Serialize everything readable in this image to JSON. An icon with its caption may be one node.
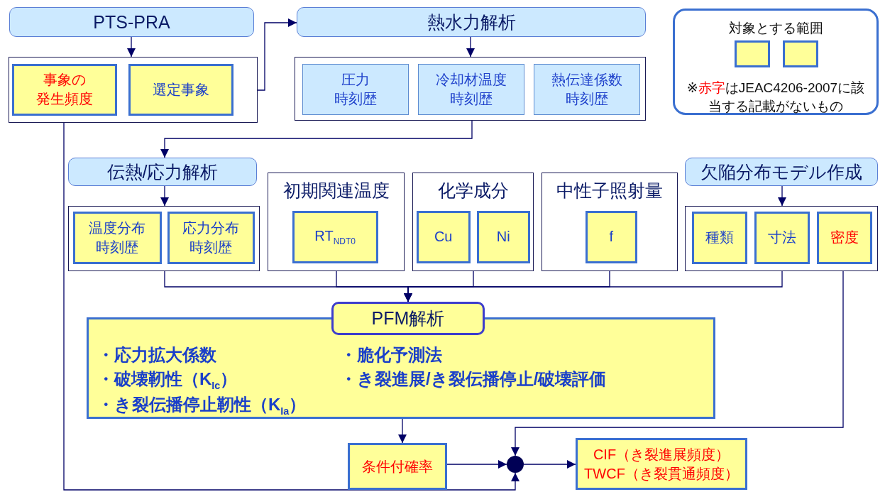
{
  "diagram": {
    "nodes": [
      {
        "text": [
          "PTS-PRA"
        ]
      },
      {
        "text": [],
        "shape": "box"
      },
      {
        "text": [
          "事象の発生頻度"
        ],
        "in": 1
      },
      {
        "text": [
          "選定事象"
        ],
        "in": 1
      },
      {
        "text": [
          "熱水力解析"
        ]
      },
      {
        "text": [],
        "shape": "box"
      },
      {
        "text": [
          "圧力時刻歴"
        ],
        "in": 5
      },
      {
        "text": [
          "冷却材温度時刻歴"
        ],
        "in": 5
      },
      {
        "text": [
          "熱伝達係数時刻歴"
        ],
        "in": 5
      },
      {
        "text": [
          "伝熱/応力解析"
        ]
      },
      {
        "text": [],
        "shape": "box"
      },
      {
        "text": [
          "温度分布時刻歴"
        ],
        "in": 10
      },
      {
        "text": [
          "応力分布時刻歴"
        ],
        "in": 10
      },
      {
        "text": [
          "初期関連温度"
        ]
      },
      {
        "text": [
          "RT$_{NDT0}$"
        ],
        "in": 13
      },
      {
        "text": [
          "化学成分"
        ]
      },
      {
        "text": [
          "Cu"
        ],
        "in": 15
      },
      {
        "text": [
          "Ni"
        ],
        "in": 15
      },
      {
        "text": [
          "中性子照射量"
        ]
      },
      {
        "text": [
          "f"
        ],
        "in": 18
      },
      {
        "text": [
          "欠陥分布モデル作成"
        ]
      },
      {
        "text": [],
        "shape": "box"
      },
      {
        "text": [
          "種類"
        ],
        "in": 21
      },
      {
        "text": [
          "寸法"
        ],
        "in": 21
      },
      {
        "text": [
          "密度"
        ],
        "in": 21
      },
      {
        "text": [
          "PFM解析"
        ]
      },
      {
        "text": [
          "・応力拡大係数",
          "・破壊靭性（K$_{Ic}$）",
          "・き裂伝播停止靭性（K$_{Ia}$）",
          "・脆化予測法",
          "・き裂進展/き裂伝播停止/破壊評価"
        ]
      },
      {
        "text": [
          "条件付確率"
        ]
      },
      {
        "text": [],
        "shape": "circle"
      },
      {
        "text": [
          "CIF（き裂進展頻度）",
          "TWCF（き裂貫通頻度）"
        ]
      },
      {
        "text": [
          "対象とする範囲",
          "※**赤字**はJEAC4206-2007に該当する記載がないもの"
        ]
      },
      {
        "text": [],
        "shape": "box",
        "in": 30
      },
      {
        "text": [],
        "shape": "box",
        "in": 30
      }
    ],
    "edges": [
      {
        "from": 0,
        "to": 1,
        "arrow": "to"
      },
      {
        "from": 3,
        "to": 4,
        "arrow": "to"
      },
      {
        "from": 4,
        "to": 5,
        "arrow": "to"
      },
      {
        "from": 5,
        "to": 9,
        "arrow": "to"
      },
      {
        "from": 9,
        "to": 10,
        "arrow": "to"
      },
      {
        "from": 20,
        "to": 21,
        "arrow": "to"
      },
      {
        "from": 10,
        "to": 25,
        "arrow": "to"
      },
      {
        "from": 13,
        "to": 25,
        "arrow": "to"
      },
      {
        "from": 15,
        "to": 25,
        "arrow": "to"
      },
      {
        "from": 18,
        "to": 25,
        "arrow": "to"
      },
      {
        "from": 21,
        "to": 25,
        "arrow": "to"
      },
      {
        "from": 26,
        "to": 27,
        "arrow": "to"
      },
      {
        "from": 27,
        "to": 28,
        "arrow": "to"
      },
      {
        "from": 24,
        "to": 28,
        "arrow": "to"
      },
      {
        "from": 28,
        "to": 29,
        "arrow": "to"
      },
      {
        "from": 2,
        "to": 28,
        "arrow": "to"
      }
    ]
  }
}
